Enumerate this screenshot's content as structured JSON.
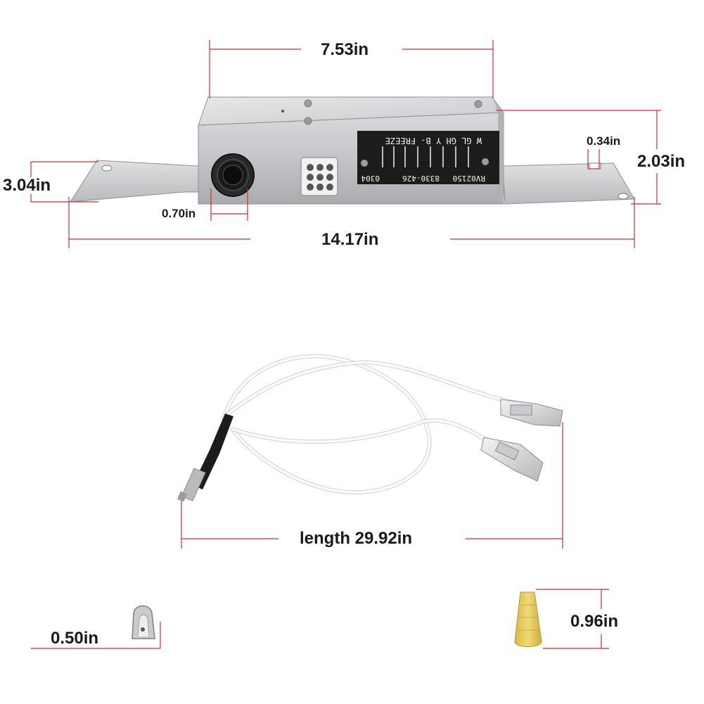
{
  "dimensions": {
    "width_top": "7.53in",
    "height_left": "3.04in",
    "height_right": "2.03in",
    "slot_width": "0.34in",
    "grommet_width": "0.70in",
    "total_length": "14.17in",
    "wire_length": "length 29.92in",
    "clip_width": "0.50in",
    "wire_nut_height": "0.96in"
  },
  "control_board": {
    "terminal_labels": "W  GL GH  Y  B-  FREEZE",
    "part_number": "8330-426",
    "model": "RV02150",
    "date_code": "0304"
  },
  "colors": {
    "dimension_line": "#d42a2a",
    "housing": "#c7c9cc",
    "label_panel": "#1c1c1c",
    "wire": "#f5f5f5",
    "wire_nut": "#e8c95a"
  }
}
